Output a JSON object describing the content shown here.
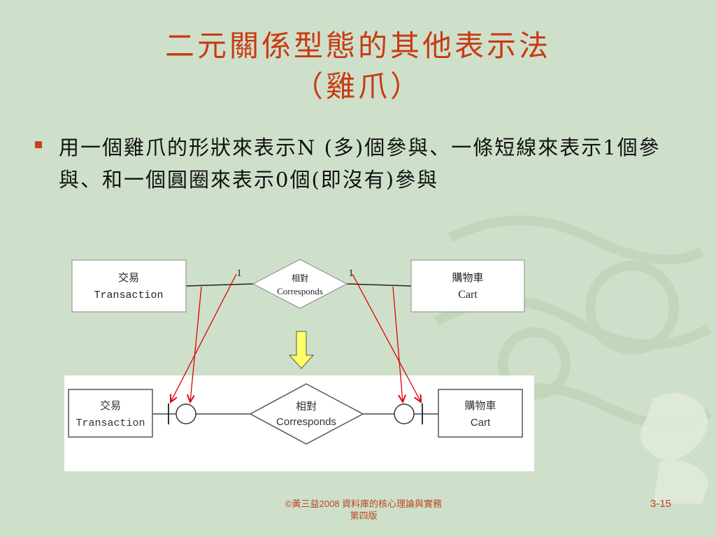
{
  "slide": {
    "title_line1": "二元關係型態的其他表示法",
    "title_line2": "（雞爪）",
    "bullet": "用一個雞爪的形狀來表示N (多)個參與、一條短線來表示1個參與、和一個圓圈來表示0個(即沒有)參與"
  },
  "diagram_top": {
    "entity_left": {
      "name_zh": "交易",
      "name_en": "Transaction"
    },
    "relationship": {
      "name_zh": "相對",
      "name_en": "Corresponds"
    },
    "entity_right": {
      "name_zh": "購物車",
      "name_en": "Cart"
    },
    "card_left": "1",
    "card_right": "1"
  },
  "diagram_bottom": {
    "entity_left": {
      "name_zh": "交易",
      "name_en": "Transaction"
    },
    "relationship": {
      "name_zh": "相對",
      "name_en": "Corresponds"
    },
    "entity_right": {
      "name_zh": "購物車",
      "name_en": "Cart"
    }
  },
  "footer": {
    "line1": "©黃三益2008 資料庫的核心理論與實務",
    "line2": "第四版",
    "page": "3-15"
  },
  "colors": {
    "title": "#c83a14",
    "background": "#cfe0ca",
    "arrow": "#e00000",
    "down_arrow_fill": "#ffff66"
  }
}
